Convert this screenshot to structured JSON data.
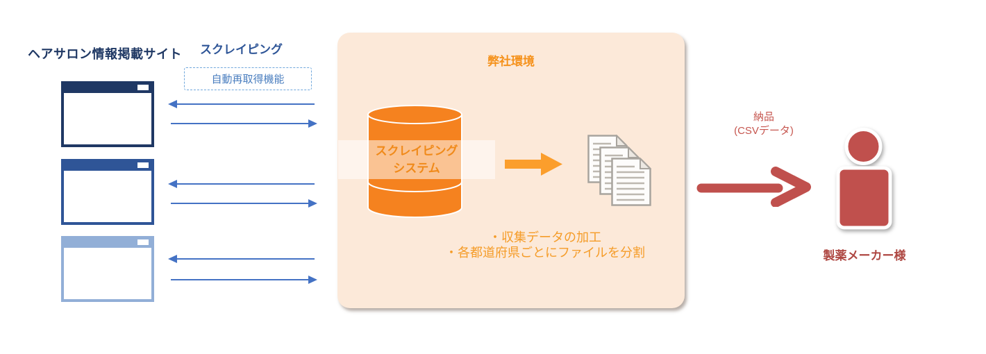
{
  "sources": {
    "title": "ヘアサロン情報掲載サイト",
    "windows": [
      {
        "bar_color": "#1F3864"
      },
      {
        "bar_color": "#2F5597"
      },
      {
        "bar_color": "#92AFD7"
      }
    ]
  },
  "scraping": {
    "label": "スクレイピング",
    "feature": "自動再取得機能"
  },
  "company": {
    "title": "弊社環境",
    "db_line1": "スクレイピング",
    "db_line2": "システム",
    "notes": [
      "・収集データの加工",
      "・各都道府県ごとにファイルを分割"
    ]
  },
  "delivery": {
    "line1": "納品",
    "line2": "(CSVデータ)",
    "customer": "製薬メーカー様"
  },
  "icons": {
    "browser-window-icon": "css-rectangle-with-titlebar",
    "database-cylinder-icon": "svg-cylinder",
    "document-stack-icon": "svg-pages-with-folded-corner",
    "person-icon": "svg-circle-and-rounded-rect",
    "arrow-left-icon": "svg-line-with-triangle",
    "arrow-right-icon": "svg-line-with-triangle",
    "block-arrow-icon": "svg-polygon",
    "delivery-arrow-icon": "svg-thick-stroke-chevron"
  },
  "colors": {
    "navy": "#1F3864",
    "medium_blue": "#2F5597",
    "light_blue": "#92AFD7",
    "arrow_blue": "#4472C4",
    "dashed_blue": "#6FA7DC",
    "peach_box": "#FCE9D9",
    "orange": "#F5821F",
    "orange_text": "#F59C28",
    "brick_red": "#C0504D",
    "red_text": "#AE4742"
  }
}
